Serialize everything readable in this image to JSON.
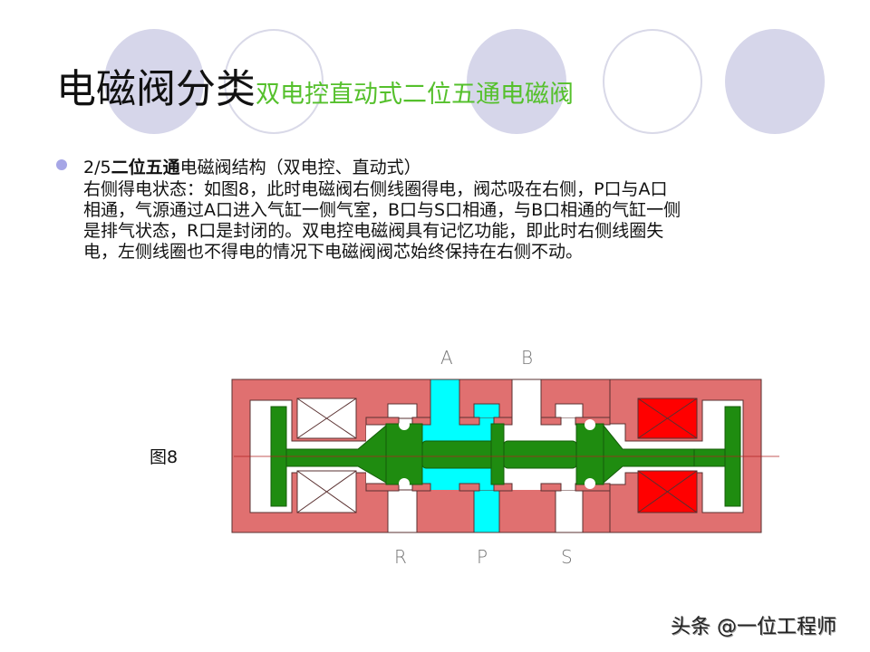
{
  "slide": {
    "title_main": "电磁阀分类",
    "title_sub": "双电控直动式二位五通电磁阀",
    "bullet": {
      "prefix": "2/5",
      "bold": "二位五通",
      "rest": "电磁阀结构（双电控、直动式）"
    },
    "paragraph_lines": [
      "右侧得电状态：如图8，此时电磁阀右侧线圈得电，阀芯吸在右侧，P口与A口",
      "相通，气源通过A口进入气缸一侧气室，B口与S口相通，与B口相通的气缸一侧",
      "是排气状态，R口是封闭的。双电控电磁阀具有记忆功能，即此时右侧线圈失",
      "电，左侧线圈也不得电的情况下电磁阀阀芯始终保持在右侧不动。"
    ],
    "figure_label": "图8",
    "watermark": "头条 @一位工程师"
  },
  "diagram": {
    "ports_top": [
      "A",
      "B"
    ],
    "ports_bottom": [
      "R",
      "P",
      "S"
    ],
    "state": "right-coil-energized",
    "colors": {
      "body": "#e07070",
      "spool": "#1f8c10",
      "pressure": "#00ffff",
      "coil_energized": "#ff0000",
      "coil_idle": "#ffffff",
      "outline": "#5a3030"
    }
  },
  "decor": {
    "circle_fill": "#d6d6ea",
    "bullet_color": "#a6a6e6",
    "title_sub_color": "#55c02c"
  }
}
